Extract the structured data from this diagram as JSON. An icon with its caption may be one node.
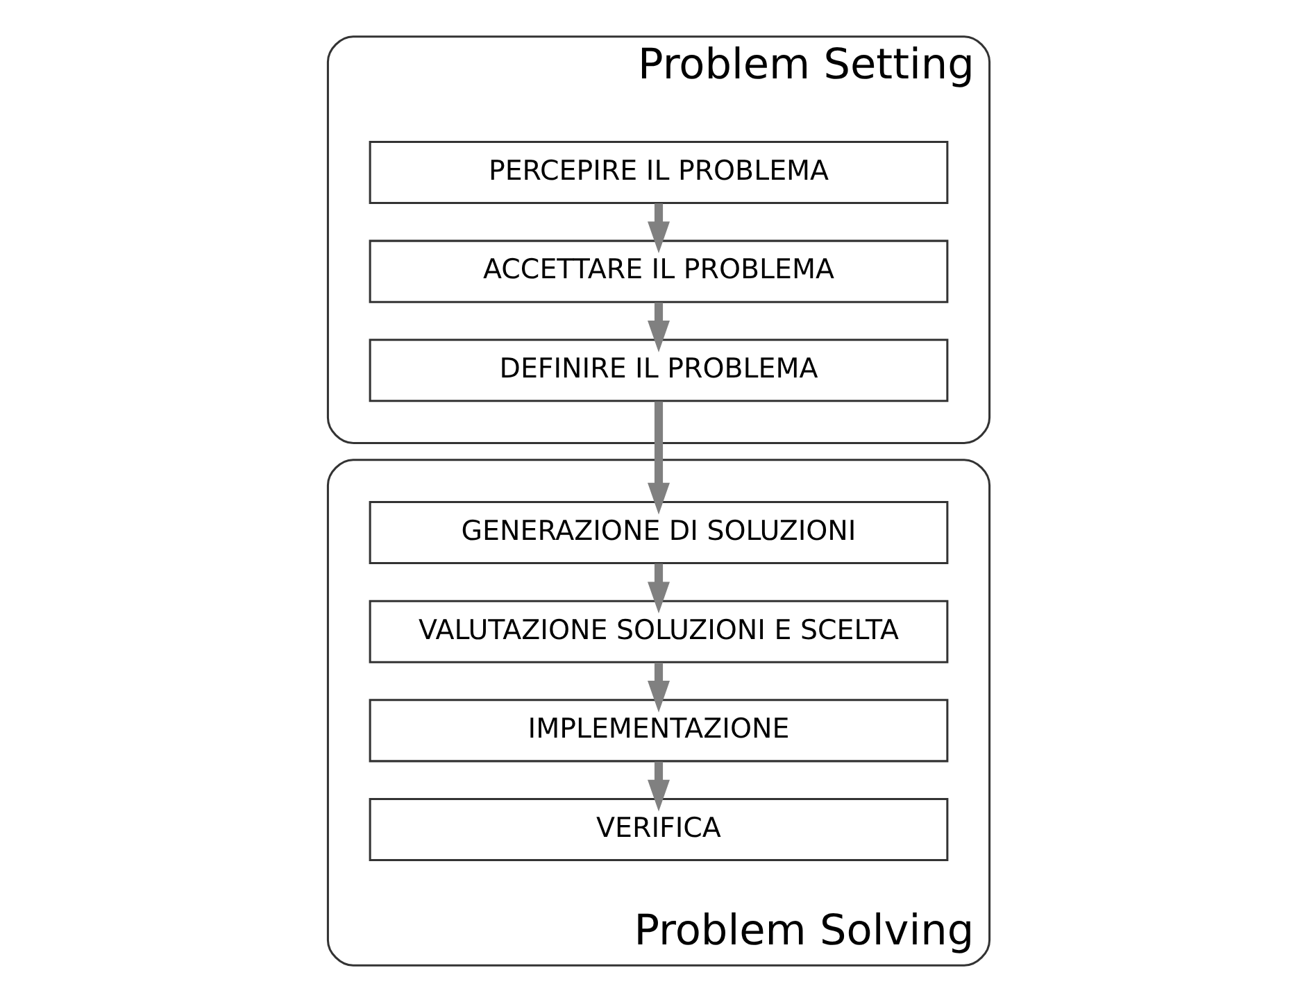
{
  "diagram": {
    "nodes": [
      {
        "text": [
          "Problem Setting"
        ]
      },
      {
        "text": [
          "PERCEPIRE IL PROBLEMA"
        ],
        "in": 0
      },
      {
        "text": [
          "ACCETTARE IL PROBLEMA"
        ],
        "in": 0
      },
      {
        "text": [
          "DEFINIRE IL PROBLEMA"
        ],
        "in": 0
      },
      {
        "text": [
          "Problem Solving"
        ]
      },
      {
        "text": [
          "GENERAZIONE DI SOLUZIONI"
        ],
        "in": 4
      },
      {
        "text": [
          "VALUTAZIONE SOLUZIONI E SCELTA"
        ],
        "in": 4
      },
      {
        "text": [
          "IMPLEMENTAZIONE"
        ],
        "in": 4
      },
      {
        "text": [
          "VERIFICA"
        ],
        "in": 4
      }
    ],
    "edges": [
      {
        "from": 1,
        "to": 2,
        "arrow": "to"
      },
      {
        "from": 2,
        "to": 3,
        "arrow": "to"
      },
      {
        "from": 3,
        "to": 5,
        "arrow": "to"
      },
      {
        "from": 5,
        "to": 6,
        "arrow": "to"
      },
      {
        "from": 6,
        "to": 7,
        "arrow": "to"
      },
      {
        "from": 7,
        "to": 8,
        "arrow": "to"
      }
    ]
  }
}
